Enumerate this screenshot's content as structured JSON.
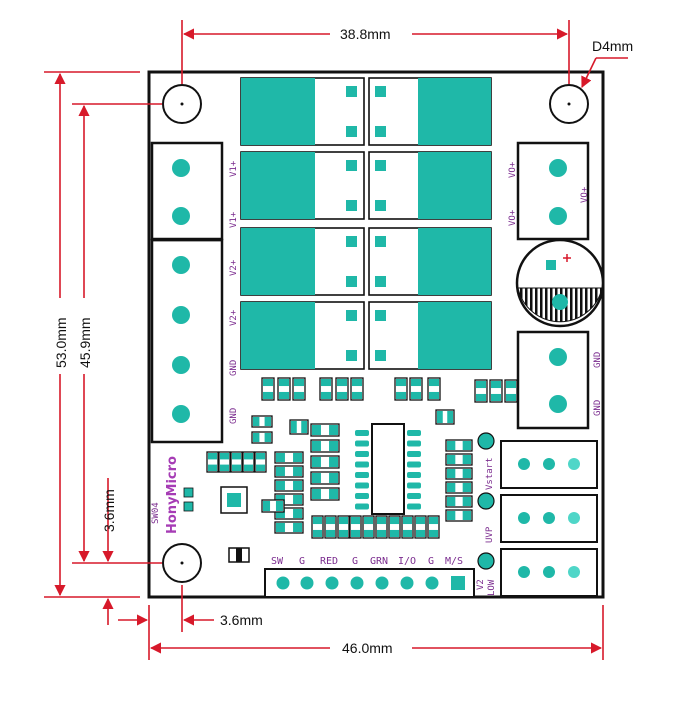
{
  "dimensions": {
    "top_width": "38.8mm",
    "hole_dia": "D4mm",
    "left_height_outer": "53.0mm",
    "left_height_inner": "45.9mm",
    "left_offset": "3.6mm",
    "bottom_offset": "3.6mm",
    "bottom_width": "46.0mm"
  },
  "silkscreen": {
    "v1_top": "V1+",
    "v1_bottom": "V1+",
    "v2_top": "V2+",
    "v2_bottom": "V2+",
    "gnd_left_a": "GND",
    "gnd_left_b": "GND",
    "vo_a": "VO+",
    "vo_b": "VO+",
    "vo_c": "VO+",
    "gnd_right_a": "GND",
    "gnd_right_b": "GND",
    "vstart": "Vstart",
    "uvp": "UVP",
    "v2": "V2",
    "low": "LOW",
    "brand": "HonyMicro",
    "model": "SW04",
    "pins": [
      "SW",
      "G",
      "RED",
      "G",
      "GRN",
      "I/O",
      "G",
      "M/S"
    ]
  },
  "colors": {
    "dimension_line": "#d7192a",
    "pad": "#1fb8a8",
    "board_outline": "#111111",
    "silk_text": "#7b2c8f"
  }
}
